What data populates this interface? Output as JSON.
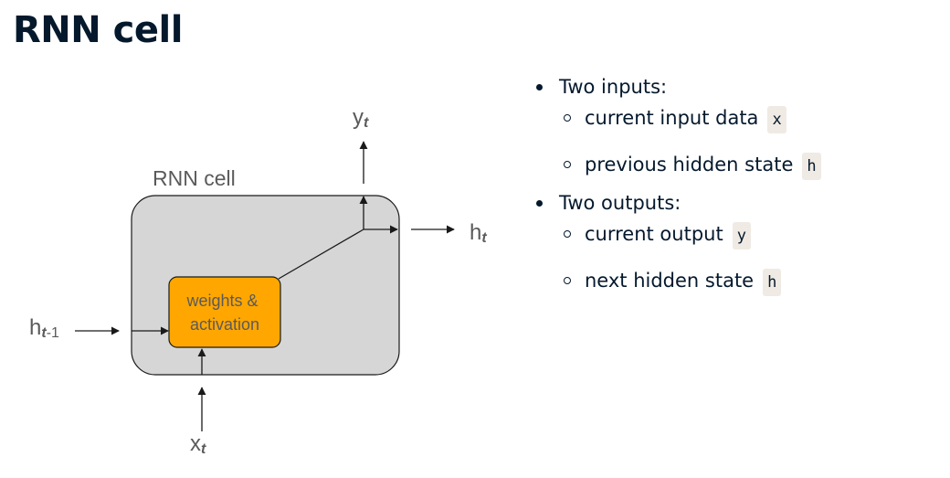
{
  "title": "RNN cell",
  "diagram": {
    "cell_label": "RNN cell",
    "block_label_line1": "weights &",
    "block_label_line2": "activation",
    "colors": {
      "cell_fill": "#d6d6d6",
      "block_fill": "#ffa700",
      "block_text": "#5a5a5a",
      "line": "#1a1a1a"
    },
    "labels": {
      "y_t": {
        "base": "y",
        "sub": "t"
      },
      "h_t": {
        "base": "h",
        "sub": "t"
      },
      "h_prev": {
        "base": "h",
        "sub": "t",
        "sub_suffix": "-1"
      },
      "x_t": {
        "base": "x",
        "sub": "t"
      }
    }
  },
  "bullets": [
    {
      "text": "Two inputs:",
      "items": [
        {
          "text": "current input data",
          "code": "x"
        },
        {
          "text": "previous hidden state",
          "code": "h"
        }
      ]
    },
    {
      "text": "Two outputs:",
      "items": [
        {
          "text": "current output",
          "code": "y"
        },
        {
          "text": "next hidden state",
          "code": "h"
        }
      ]
    }
  ]
}
